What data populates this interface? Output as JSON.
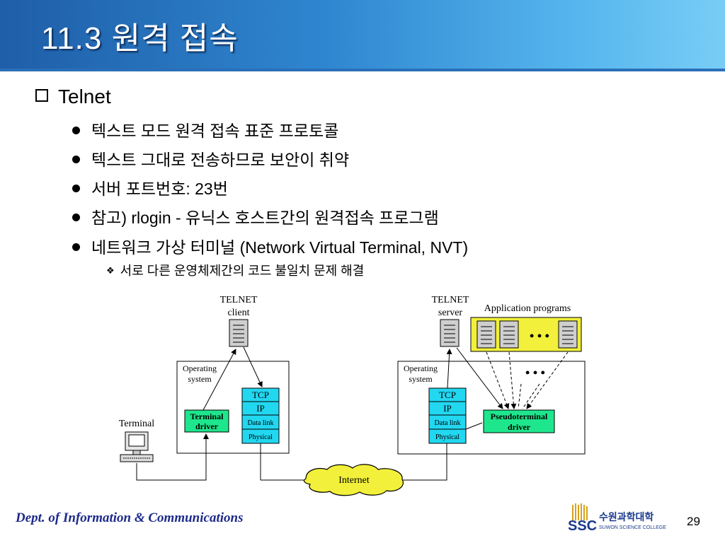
{
  "slide": {
    "title": "11.3 원격 접속",
    "level1": "Telnet",
    "bullets": [
      "텍스트 모드 원격 접속 표준 프로토콜",
      "텍스트 그대로 전송하므로 보안이 취약",
      "서버 포트번호: 23번",
      "참고) rlogin  - 유닉스 호스트간의 원격접속 프로그램",
      "네트워크 가상 터미널 (Network Virtual Terminal, NVT)"
    ],
    "subbullet": "서로 다른 운영체제간의 코드 불일치 문제 해결"
  },
  "diagram": {
    "client_label_1": "TELNET",
    "client_label_2": "client",
    "server_label_1": "TELNET",
    "server_label_2": "server",
    "app_programs": "Application programs",
    "os_label_1": "Operating",
    "os_label_2": "system",
    "terminal": "Terminal",
    "terminal_driver_1": "Terminal",
    "terminal_driver_2": "driver",
    "pseudo_driver_1": "Pseudoterminal",
    "pseudo_driver_2": "driver",
    "stack": [
      "TCP",
      "IP",
      "Data link",
      "Physical"
    ],
    "internet": "Internet",
    "ellipsis": "• • •",
    "colors": {
      "green": "#1ee68c",
      "cyan": "#22d7f0",
      "yellow": "#f2f03a"
    }
  },
  "footer": {
    "dept": "Dept. of  Information & Communications",
    "logo_abbr": "SSC",
    "logo_korean": "수원과학대학",
    "logo_english": "SUWON SCIENCE COLLEGE",
    "page": "29"
  }
}
